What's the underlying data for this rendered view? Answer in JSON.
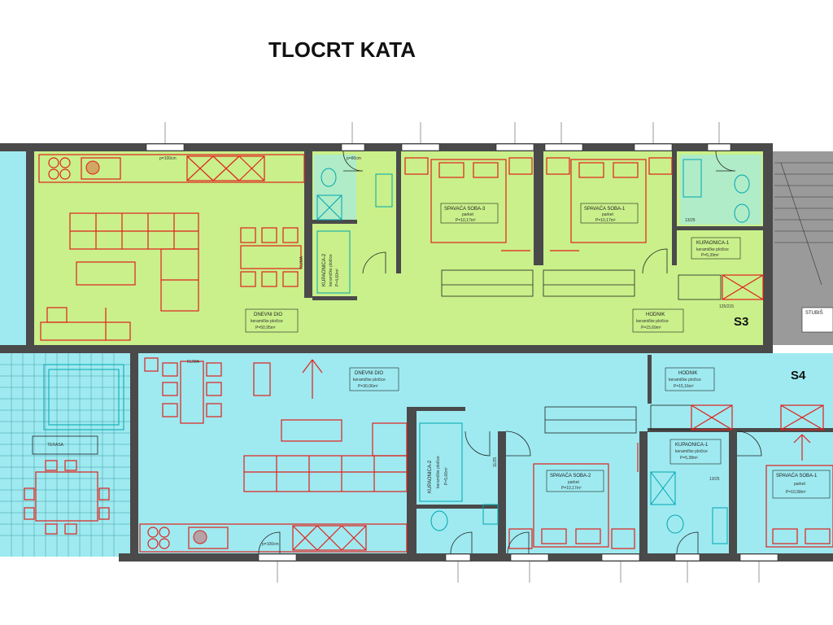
{
  "title": "TLOCRT KATA",
  "colors": {
    "upper_unit": "#c9f08a",
    "lower_unit": "#9eeaf0",
    "stair": "#9a9a9a",
    "wall": "#4a4a4a",
    "furniture": "#e0201c",
    "sanitary": "#00a6b0"
  },
  "upper_unit": {
    "label": "S3",
    "rooms": {
      "dnevni": {
        "name": "DNEVNI DIO",
        "finish": "keramičke pločice",
        "area": "P=50,95m²"
      },
      "spavaca3": {
        "name": "SPAVAĆA SOBA-3",
        "finish": "parket",
        "area": "P=10,17m²"
      },
      "spavaca1": {
        "name": "SPAVAĆA SOBA-1",
        "finish": "parket",
        "area": "P=10,17m²"
      },
      "kupaonica1": {
        "name": "KUPAONICA-1",
        "finish": "keramičke pločice",
        "area": "P=5,39m²"
      },
      "kupaonica2": {
        "name": "KUPAONICA-2",
        "finish": "keramičke pločice",
        "area": "P=4,60m²"
      },
      "hodnik": {
        "name": "HODNIK",
        "finish": "keramičke pločice",
        "area": "P=15,69m²"
      }
    },
    "climate": "KLIMA"
  },
  "lower_unit": {
    "label": "S4",
    "rooms": {
      "dnevni": {
        "name": "DNEVNI DIO",
        "finish": "keramičke pločice",
        "area": "P=30,06m²"
      },
      "spavaca2": {
        "name": "SPAVAĆA SOBA-2",
        "finish": "parket",
        "area": "P=10,17m²"
      },
      "spavaca1": {
        "name": "SPAVAĆA SOBA-1",
        "finish": "parket",
        "area": "P=10,58m²"
      },
      "kupaonica1": {
        "name": "KUPAONICA-1",
        "finish": "keramičke pločice",
        "area": "P=5,38m²"
      },
      "kupaonica2": {
        "name": "KUPAONICA-2",
        "finish": "keramičke pločice",
        "area": "P=5,66m²"
      },
      "hodnik": {
        "name": "HODNIK",
        "finish": "keramičke pločice",
        "area": "P=15,16m²"
      },
      "terasa": {
        "name": "TERASA"
      }
    },
    "climate": "KLIMA"
  },
  "stair_label": "STUBIŠ",
  "dimensions": {
    "door_width": "p=100cm",
    "door_width_small": "p=80cm",
    "opening_a": "11/25",
    "opening_b": "13/25",
    "opening_c": "125/215"
  }
}
